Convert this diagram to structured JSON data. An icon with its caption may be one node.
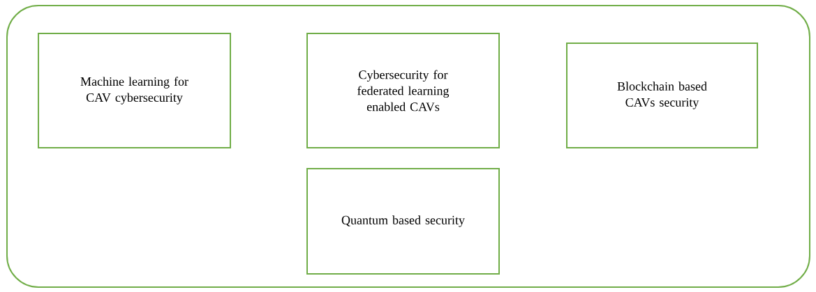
{
  "diagram": {
    "nodes": [
      {
        "text": [],
        "shape": "box"
      },
      {
        "text": [
          "Machine learning for CAV cybersecurity"
        ],
        "in": 0
      },
      {
        "text": [
          "Cybersecurity for federated learning enabled CAVs"
        ],
        "in": 0
      },
      {
        "text": [
          "Blockchain based CAVs security"
        ],
        "in": 0
      },
      {
        "text": [
          "Quantum based security"
        ],
        "in": 0
      }
    ]
  }
}
